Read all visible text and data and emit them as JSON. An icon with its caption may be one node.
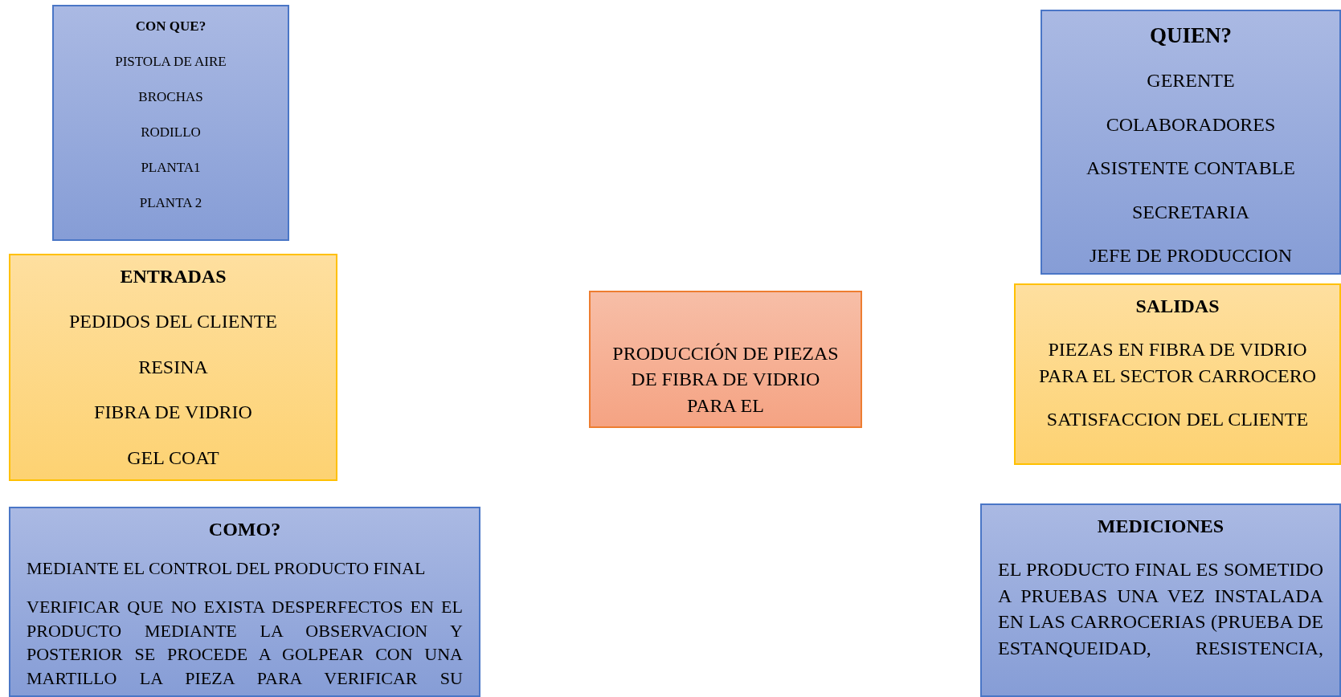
{
  "diagram": {
    "nodes": [
      {
        "text": [
          "CON QUE?",
          "PISTOLA DE AIRE",
          "BROCHAS",
          "RODILLO",
          "PLANTA1",
          "PLANTA 2"
        ]
      },
      {
        "text": [
          "ENTRADAS",
          "PEDIDOS DEL CLIENTE",
          "RESINA",
          "FIBRA DE VIDRIO",
          "GEL COAT"
        ]
      },
      {
        "text": [
          "COMO?",
          "MEDIANTE EL CONTROL DEL PRODUCTO FINAL",
          "VERIFICAR QUE NO EXISTA DESPERFECTOS EN EL PRODUCTO MEDIANTE LA OBSERVACION Y POSTERIOR SE PROCEDE A GOLPEAR CON UNA MARTILLO LA PIEZA PARA VERIFICAR SU"
        ]
      },
      {
        "text": [
          "PRODUCCIÓN DE PIEZAS DE FIBRA DE VIDRIO PARA EL"
        ]
      },
      {
        "text": [
          "QUIEN?",
          "GERENTE",
          "COLABORADORES",
          "ASISTENTE CONTABLE",
          "SECRETARIA",
          "JEFE DE PRODUCCION"
        ]
      },
      {
        "text": [
          "SALIDAS",
          "PIEZAS EN FIBRA DE VIDRIO PARA EL SECTOR CARROCERO",
          "SATISFACCION DEL CLIENTE"
        ]
      },
      {
        "text": [
          "MEDICIONES",
          "EL PRODUCTO FINAL ES SOMETIDO A PRUEBAS UNA VEZ INSTALADA EN LAS CARROCERIAS (PRUEBA DE ESTANQUEIDAD, RESISTENCIA,"
        ]
      }
    ]
  }
}
